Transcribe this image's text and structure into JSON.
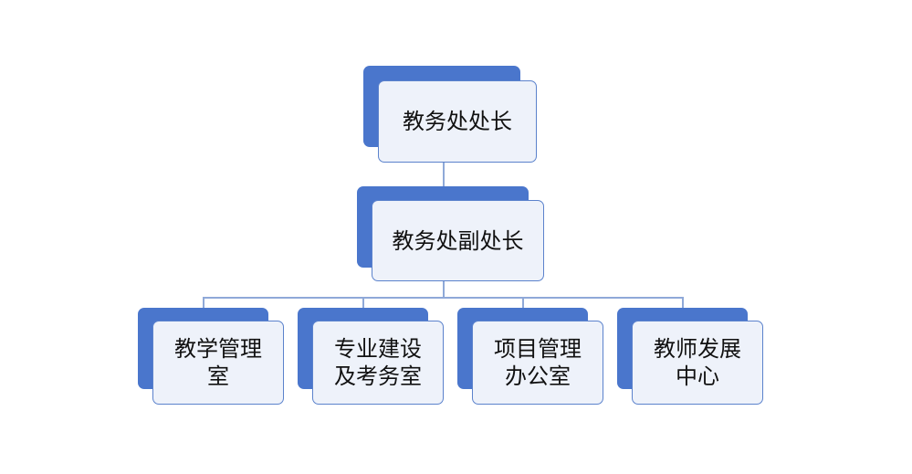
{
  "org_chart": {
    "root": {
      "label": "教务处处长"
    },
    "deputy": {
      "label": "教务处副处长"
    },
    "departments": [
      {
        "line1": "教学管理",
        "line2": "室"
      },
      {
        "line1": "专业建设",
        "line2": "及考务室"
      },
      {
        "line1": "项目管理",
        "line2": "办公室"
      },
      {
        "line1": "教师发展",
        "line2": "中心"
      }
    ]
  },
  "colors": {
    "accent_block": "#4a76cc",
    "node_fill": "#eef2fa",
    "node_border": "#5b82cc",
    "connector": "#8fa9d8"
  }
}
